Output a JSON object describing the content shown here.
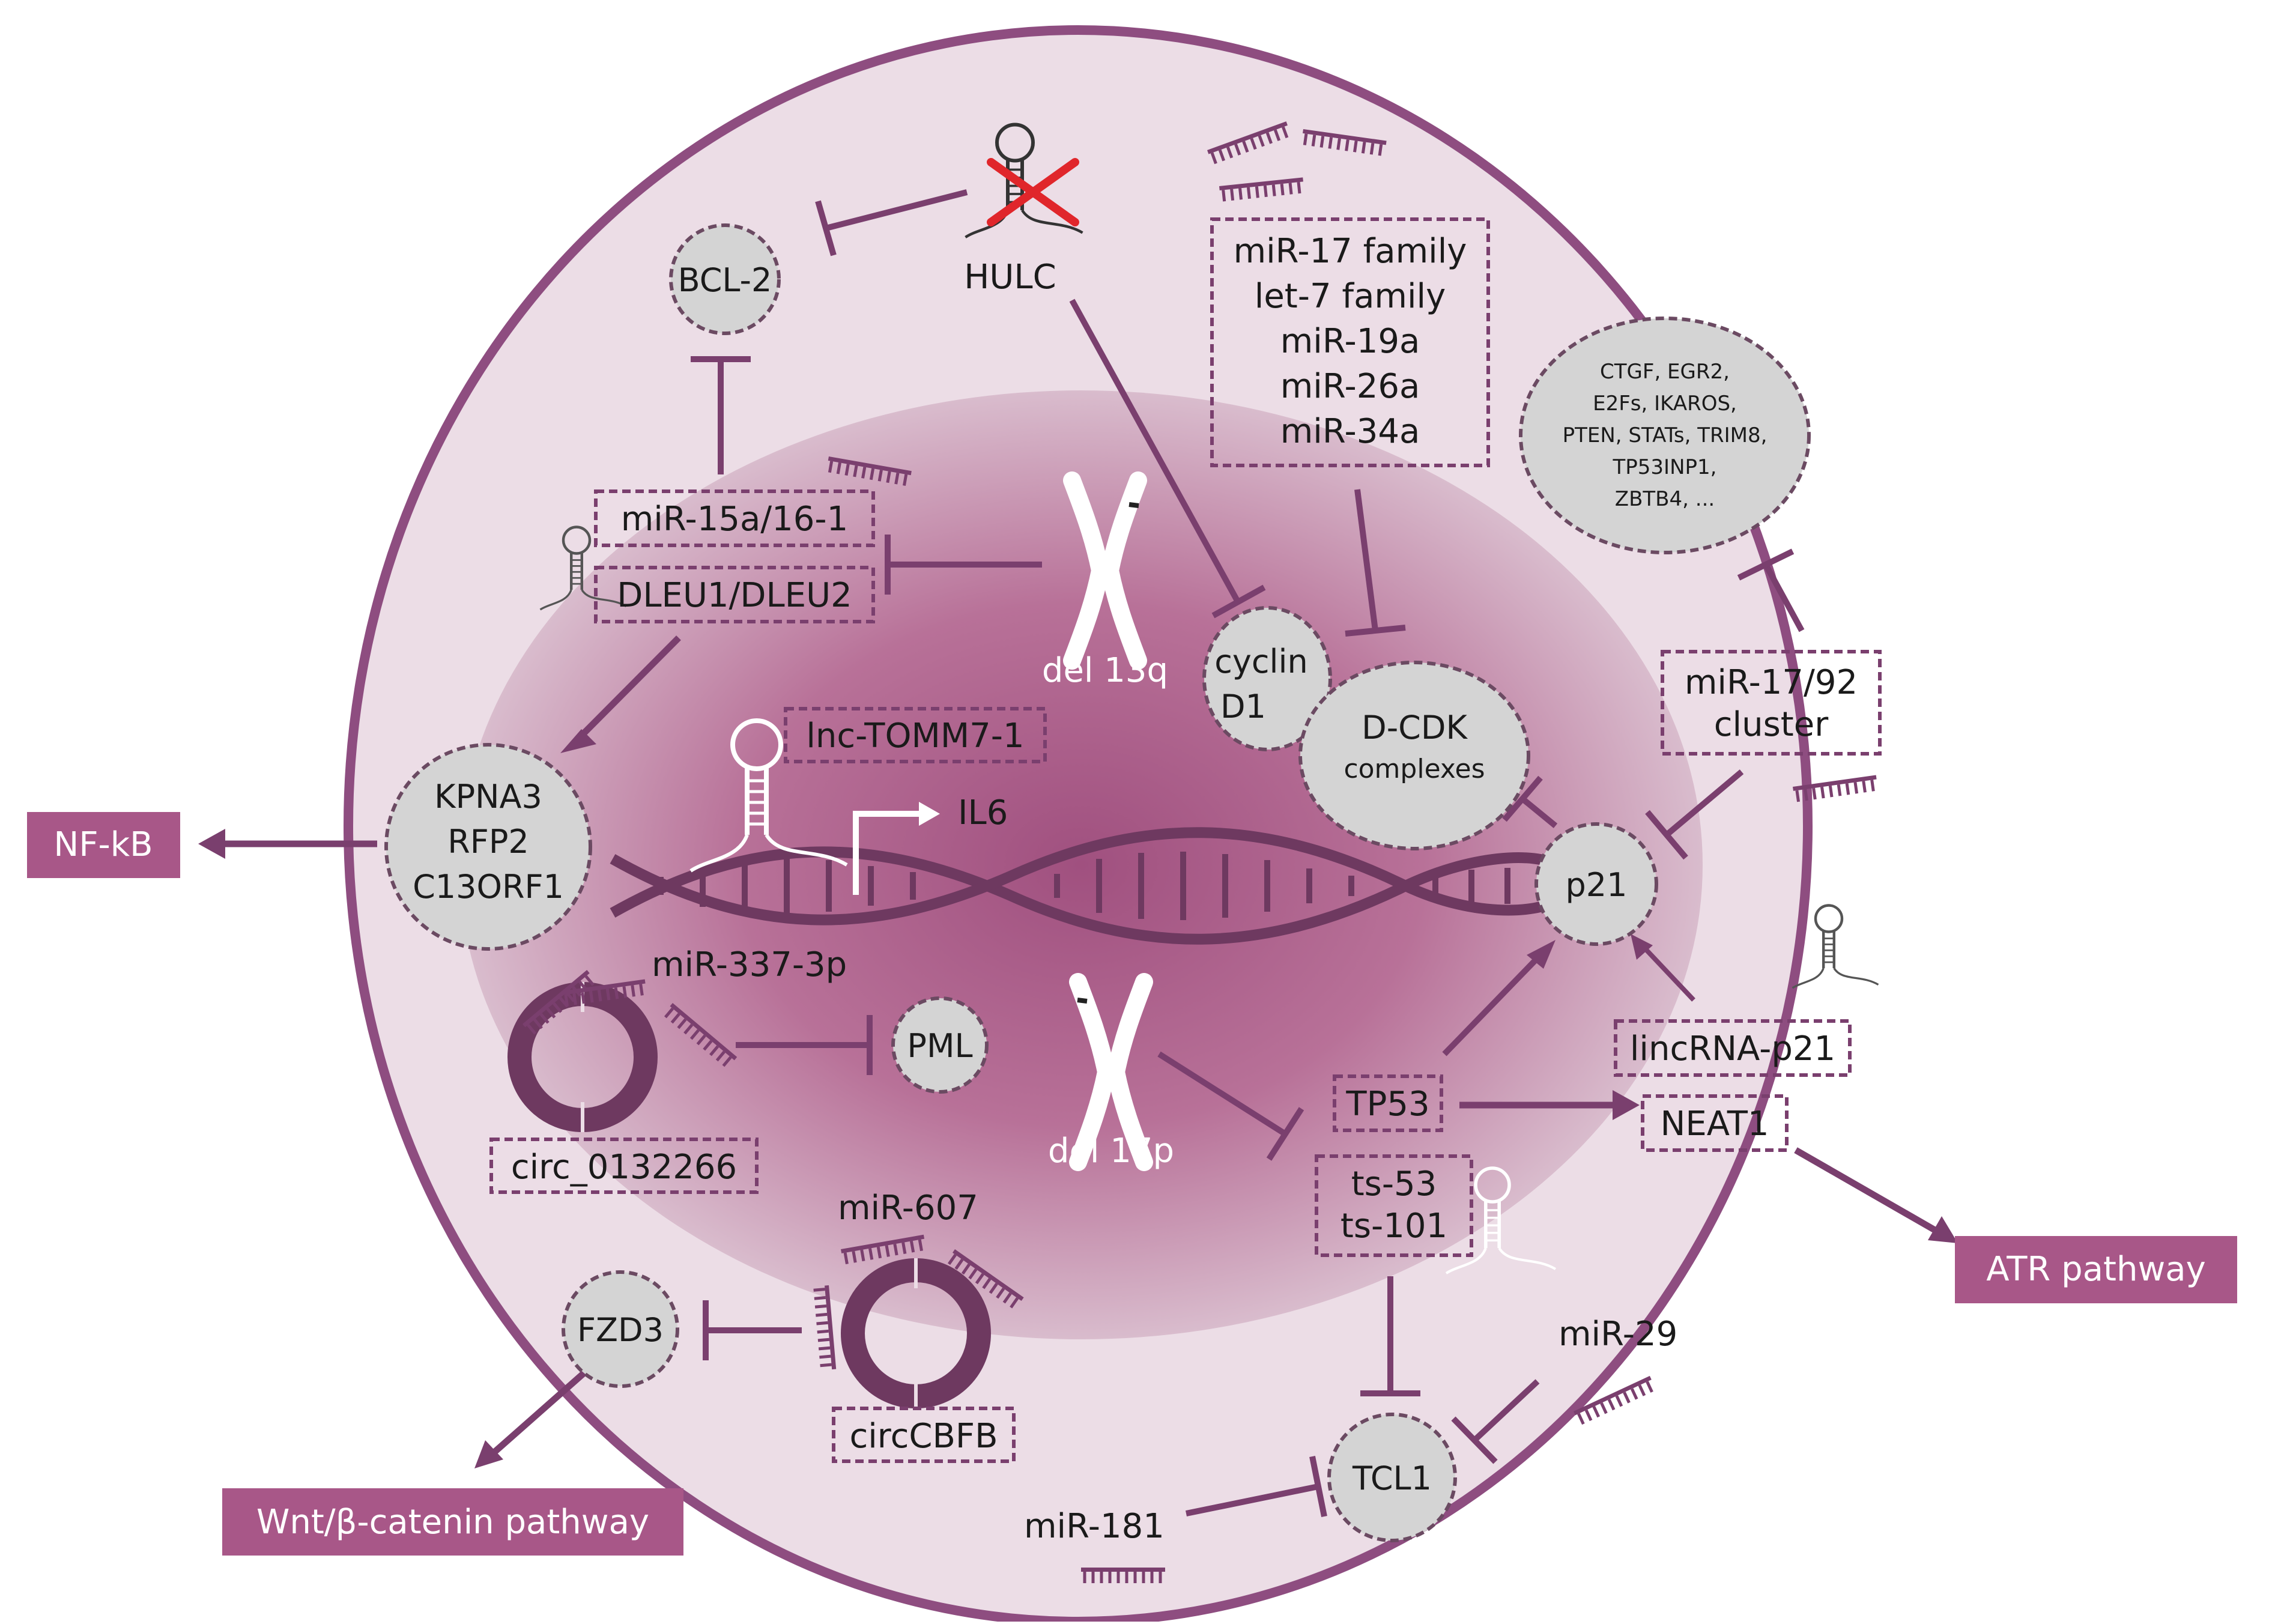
{
  "colors": {
    "background": "#ffffff",
    "cell_fill": "#ecdde6",
    "cell_border": "#8e4d80",
    "nucleus_center": "#a0507f",
    "nucleus_edge": "#d6b7c8",
    "arrow": "#7a3f6e",
    "node_fill": "#d4d4d4",
    "node_border": "#6b4a62",
    "box_border": "#7a3f6e",
    "pathway_fill": "#a85788",
    "cross": "#e0262b",
    "dna": "#6e3960"
  },
  "icons": [
    "hairpin-rna-icon",
    "chromosome-icon",
    "circrna-icon",
    "mirna-icon",
    "dna-helix-icon",
    "promoter-arrow-icon",
    "cross-icon"
  ],
  "pathways": {
    "nfkb": "NF-kB",
    "atr": "ATR pathway",
    "wnt": "Wnt/β-catenin pathway"
  },
  "nodes": {
    "bcl2": "BCL-2",
    "kpna3": [
      "KPNA3",
      "RFP2",
      "C13ORF1"
    ],
    "cyclin": [
      "cyclin",
      "D1"
    ],
    "dcdk": [
      "D-CDK",
      "complexes"
    ],
    "targets": [
      "CTGF, EGR2,",
      "E2Fs, IKAROS,",
      "PTEN, STATs, TRIM8,",
      "TP53INP1,",
      "ZBTB4, ..."
    ],
    "p21": "p21",
    "pml": "PML",
    "fzd3": "FZD3",
    "tcl1": "TCL1"
  },
  "boxes": {
    "mir_families": [
      "miR-17 family",
      "let-7 family",
      "miR-19a",
      "miR-26a",
      "miR-34a"
    ],
    "mir15": "miR-15a/16-1",
    "dleu": "DLEU1/DLEU2",
    "tomm": "lnc-TOMM7-1",
    "mir1792": [
      "miR-17/92",
      "cluster"
    ],
    "lincrna": "lincRNA-p21",
    "tp53": "TP53",
    "neat1": "NEAT1",
    "ts": [
      "ts-53",
      "ts-101"
    ],
    "circ0132266": "circ_0132266",
    "circcbfb": "circCBFB"
  },
  "labels": {
    "hulc": "HULC",
    "del13q": "del 13q",
    "del17p": "del 17p",
    "il6": "IL6",
    "mir337": "miR-337-3p",
    "mir607": "miR-607",
    "mir29": "miR-29",
    "mir181": "miR-181"
  }
}
